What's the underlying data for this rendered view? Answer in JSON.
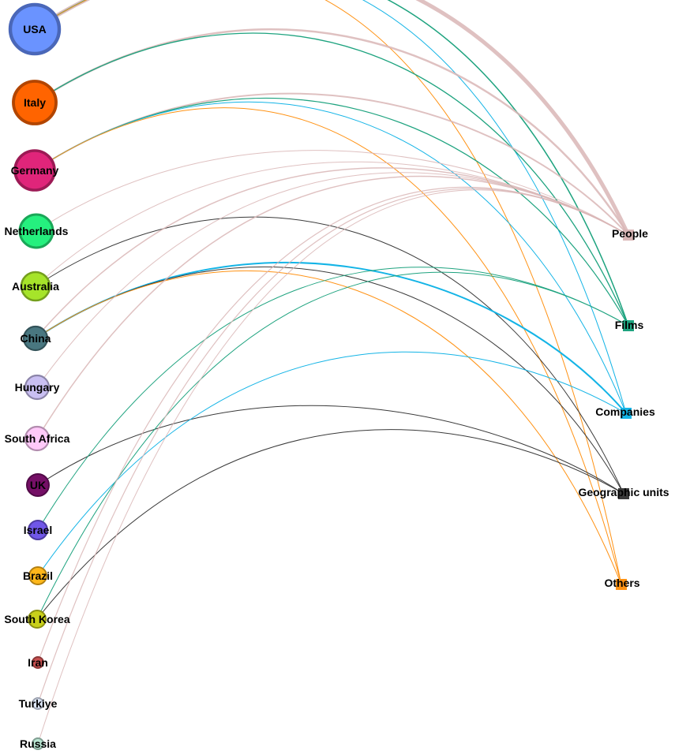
{
  "sources": [
    {
      "id": "usa",
      "label": "USA",
      "color": "#6a93ff",
      "stroke": "#4a67b8"
    },
    {
      "id": "italy",
      "label": "Italy",
      "color": "#ff6400",
      "stroke": "#b24500"
    },
    {
      "id": "germany",
      "label": "Germany",
      "color": "#e0257a",
      "stroke": "#9c1a55"
    },
    {
      "id": "netherlands",
      "label": "Netherlands",
      "color": "#25f07e",
      "stroke": "#1aa758"
    },
    {
      "id": "australia",
      "label": "Australia",
      "color": "#a6e42a",
      "stroke": "#749f1d"
    },
    {
      "id": "china",
      "label": "China",
      "color": "#497780",
      "stroke": "#335359"
    },
    {
      "id": "hungary",
      "label": "Hungary",
      "color": "#c9bff2",
      "stroke": "#8c85a9"
    },
    {
      "id": "south-africa",
      "label": "South Africa",
      "color": "#ffc9f9",
      "stroke": "#b28cae"
    },
    {
      "id": "uk",
      "label": "UK",
      "color": "#750f66",
      "stroke": "#510a47"
    },
    {
      "id": "israel",
      "label": "Israel",
      "color": "#7057e8",
      "stroke": "#4e3ca2"
    },
    {
      "id": "brazil",
      "label": "Brazil",
      "color": "#ffb71a",
      "stroke": "#b28012"
    },
    {
      "id": "south-korea",
      "label": "South Korea",
      "color": "#c9d01a",
      "stroke": "#8c9112"
    },
    {
      "id": "iran",
      "label": "Iran",
      "color": "#c85050",
      "stroke": "#8c3838"
    },
    {
      "id": "turkiye",
      "label": "Turkiye",
      "color": "#dfe8fa",
      "stroke": "#9ca2af"
    },
    {
      "id": "russia",
      "label": "Russia",
      "color": "#b9e6d2",
      "stroke": "#819f93"
    }
  ],
  "targets": [
    {
      "id": "people",
      "label": "People",
      "color": "#d9b6b6"
    },
    {
      "id": "films",
      "label": "Films",
      "color": "#1ea37f"
    },
    {
      "id": "companies",
      "label": "Companies",
      "color": "#14b4e6"
    },
    {
      "id": "geographic-units",
      "label": "Geographic units",
      "color": "#3a3a3a"
    },
    {
      "id": "others",
      "label": "Others",
      "color": "#ff9214"
    }
  ],
  "links": [
    {
      "source": "usa",
      "target": "people",
      "weight": 5
    },
    {
      "source": "usa",
      "target": "films",
      "weight": 1.5
    },
    {
      "source": "usa",
      "target": "companies",
      "weight": 1
    },
    {
      "source": "usa",
      "target": "others",
      "weight": 1
    },
    {
      "source": "italy",
      "target": "people",
      "weight": 2.5
    },
    {
      "source": "italy",
      "target": "films",
      "weight": 1.3
    },
    {
      "source": "germany",
      "target": "people",
      "weight": 2
    },
    {
      "source": "germany",
      "target": "films",
      "weight": 1.2
    },
    {
      "source": "germany",
      "target": "companies",
      "weight": 1
    },
    {
      "source": "germany",
      "target": "others",
      "weight": 1
    },
    {
      "source": "netherlands",
      "target": "people",
      "weight": 1
    },
    {
      "source": "australia",
      "target": "people",
      "weight": 1
    },
    {
      "source": "australia",
      "target": "geographic-units",
      "weight": 1
    },
    {
      "source": "china",
      "target": "people",
      "weight": 1.5
    },
    {
      "source": "china",
      "target": "companies",
      "weight": 2
    },
    {
      "source": "china",
      "target": "geographic-units",
      "weight": 1
    },
    {
      "source": "china",
      "target": "others",
      "weight": 1
    },
    {
      "source": "hungary",
      "target": "people",
      "weight": 1
    },
    {
      "source": "south-africa",
      "target": "people",
      "weight": 1.5
    },
    {
      "source": "uk",
      "target": "geographic-units",
      "weight": 1
    },
    {
      "source": "israel",
      "target": "films",
      "weight": 1
    },
    {
      "source": "brazil",
      "target": "companies",
      "weight": 1
    },
    {
      "source": "south-korea",
      "target": "films",
      "weight": 1
    },
    {
      "source": "south-korea",
      "target": "geographic-units",
      "weight": 1
    },
    {
      "source": "iran",
      "target": "people",
      "weight": 1.2
    },
    {
      "source": "turkiye",
      "target": "people",
      "weight": 1.2
    },
    {
      "source": "russia",
      "target": "people",
      "weight": 1
    }
  ]
}
